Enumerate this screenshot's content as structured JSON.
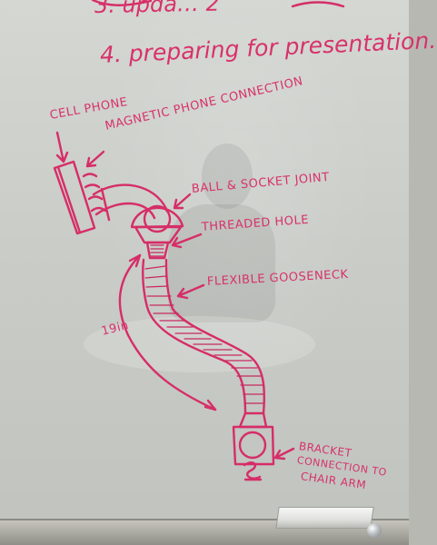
{
  "image": {
    "scene": "whiteboard sketch",
    "colors": {
      "marker": "#d62d68",
      "board": "#cfd2cd",
      "tray": "#aaa9a2"
    }
  },
  "text": {
    "header_top": "3. upda… 2",
    "header_item": "4. preparing for presentation.",
    "cell_phone": "CELL PHONE",
    "magnetic_connection": "MAGNETIC PHONE CONNECTION",
    "ball_socket": "BALL & SOCKET JOINT",
    "threaded_hole": "THREADED HOLE",
    "gooseneck": "FLEXIBLE GOOSENECK",
    "dimension": "19in",
    "bracket_line1": "BRACKET",
    "bracket_line2": "CONNECTION TO",
    "bracket_line3": "CHAIR ARM"
  },
  "icons": {
    "eraser": "whiteboard-eraser-icon",
    "magnet": "magnet-icon"
  }
}
